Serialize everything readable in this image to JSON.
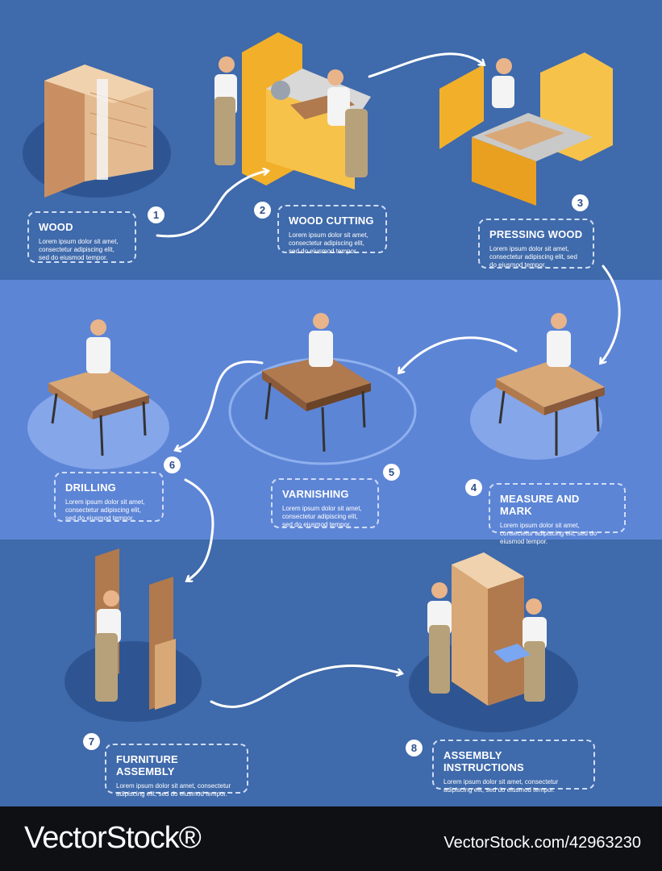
{
  "steps": [
    {
      "num": "1",
      "title": "WOOD",
      "desc": "Lorem ipsum dolor sit amet, consectetur adipiscing elit, sed do eiusmod tempor."
    },
    {
      "num": "2",
      "title": "WOOD CUTTING",
      "desc": "Lorem ipsum dolor sit amet, consectetur adipiscing elit, sed do eiusmod tempor."
    },
    {
      "num": "3",
      "title": "PRESSING WOOD",
      "desc": "Lorem ipsum dolor sit amet, consectetur adipiscing elit, sed do eiusmod tempor."
    },
    {
      "num": "4",
      "title": "MEASURE AND MARK",
      "desc": "Lorem ipsum dolor sit amet, consectetur adipiscing elit, sed do eiusmod tempor."
    },
    {
      "num": "5",
      "title": "VARNISHING",
      "desc": "Lorem ipsum dolor sit amet, consectetur adipiscing elit, sed do eiusmod tempor."
    },
    {
      "num": "6",
      "title": "DRILLING",
      "desc": "Lorem ipsum dolor sit amet, consectetur adipiscing elit, sed do eiusmod tempor."
    },
    {
      "num": "7",
      "title": "FURNITURE ASSEMBLY",
      "desc": "Lorem ipsum dolor sit amet, consectetur adipiscing elit, sed do eiusmod tempor."
    },
    {
      "num": "8",
      "title": "ASSEMBLY INSTRUCTIONS",
      "desc": "Lorem ipsum dolor sit amet, consectetur adipiscing elit, sed do eiusmod tempor."
    }
  ],
  "footer": {
    "brand": "VectorStock®",
    "image_ref": "VectorStock.com/42963230"
  },
  "colors": {
    "band_dark": "#3f6aab",
    "band_light": "#5d85d6",
    "machine_yellow": "#f2b02a",
    "wood_light": "#d9a877",
    "wood_dark": "#8a5a3a"
  }
}
